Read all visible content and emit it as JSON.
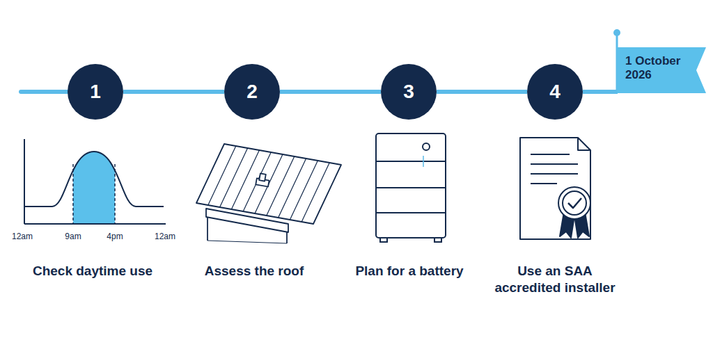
{
  "diagram": {
    "nodes": [
      {
        "text": [
          "1"
        ]
      },
      {
        "text": [
          "2"
        ]
      },
      {
        "text": [
          "3"
        ]
      },
      {
        "text": [
          "4"
        ]
      },
      {
        "text": [
          "1 October 2026"
        ]
      }
    ],
    "edges": [
      {
        "from": 0,
        "to": 1,
        "arrow": "none"
      },
      {
        "from": 1,
        "to": 2,
        "arrow": "none"
      },
      {
        "from": 2,
        "to": 3,
        "arrow": "none"
      },
      {
        "from": 3,
        "to": 4,
        "arrow": "none"
      }
    ],
    "labels": [
      "12am",
      "9am",
      "4pm",
      "12am",
      "Check daytime use",
      "Assess the roof",
      "Plan for a battery",
      "Use an SAA accredited installer"
    ]
  }
}
